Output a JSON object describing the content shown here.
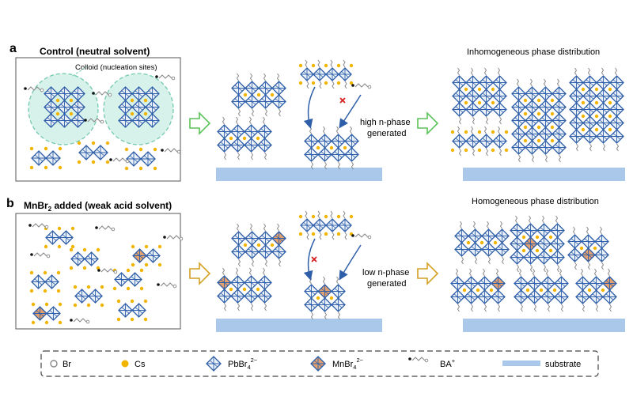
{
  "panels": {
    "a": {
      "letter": "a",
      "title": "Control (neutral solvent)",
      "colloid_label": "Colloid (nucleation sites)",
      "process_label_1": "high n-phase",
      "process_label_2": "generated",
      "result_label": "Inhomogeneous phase distribution"
    },
    "b": {
      "letter": "b",
      "title_prefix": "MnBr",
      "title_sub": "2",
      "title_suffix": " added (weak acid solvent)",
      "process_label_1": "low n-phase",
      "process_label_2": "generated",
      "result_label": "Homogeneous phase distribution"
    }
  },
  "legend": {
    "br": "Br",
    "cs": "Cs",
    "pbbr4": "PbBr",
    "pbbr4_sub": "4",
    "pbbr4_sup": "2−",
    "mnbr4": "MnBr",
    "mnbr4_sub": "4",
    "mnbr4_sup": "2−",
    "ba": "BA",
    "ba_sup": "+",
    "substrate": "substrate"
  },
  "colors": {
    "octahedron": "#2f5fa8",
    "mn_fill": "#e0a070",
    "cs": "#f1b400",
    "br": "#9a9a9a",
    "substrate": "#a9c8ea",
    "arrow_green": "#5cc25a",
    "arrow_orange": "#d4a020",
    "colloid": "#8dd3c0",
    "cross": "#d62020"
  }
}
